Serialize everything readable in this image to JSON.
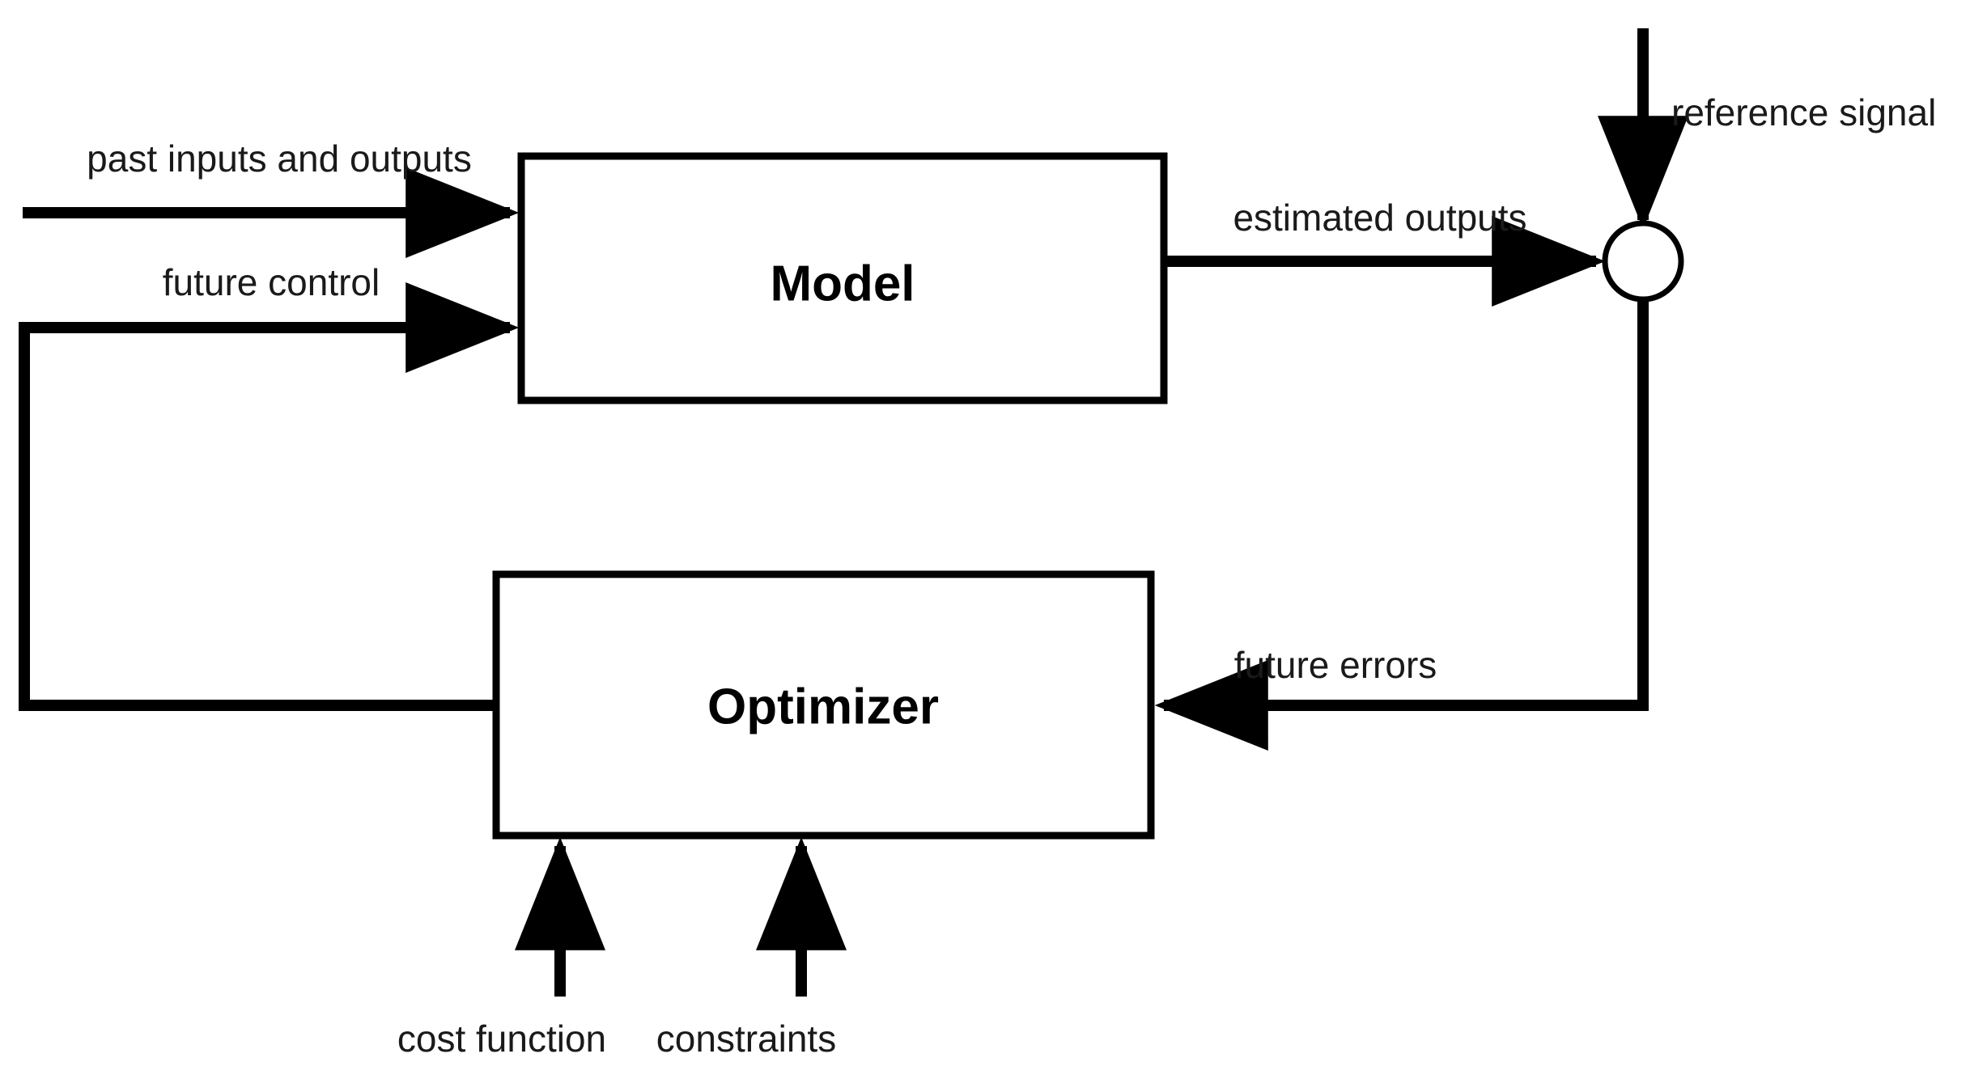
{
  "diagram": {
    "title": "Model Predictive Control block diagram",
    "background_color": "#ffffff",
    "line_color": "#000000",
    "blocks": [
      {
        "id": "model",
        "label": "Model"
      },
      {
        "id": "optimizer",
        "label": "Optimizer"
      }
    ],
    "junction": {
      "id": "summing-junction",
      "label": "",
      "shape": "circle"
    },
    "signals": [
      {
        "id": "past-inputs-outputs",
        "label": "past inputs and outputs",
        "direction": "into-model"
      },
      {
        "id": "future-control",
        "label": "future control",
        "direction": "into-model"
      },
      {
        "id": "estimated-outputs",
        "label": "estimated outputs",
        "direction": "model-to-junction"
      },
      {
        "id": "reference-signal",
        "label": "reference signal",
        "direction": "into-junction"
      },
      {
        "id": "future-errors",
        "label": "future errors",
        "direction": "junction-to-optimizer"
      },
      {
        "id": "cost-function",
        "label": "cost function",
        "direction": "into-optimizer"
      },
      {
        "id": "constraints",
        "label": "constraints",
        "direction": "into-optimizer"
      }
    ]
  }
}
